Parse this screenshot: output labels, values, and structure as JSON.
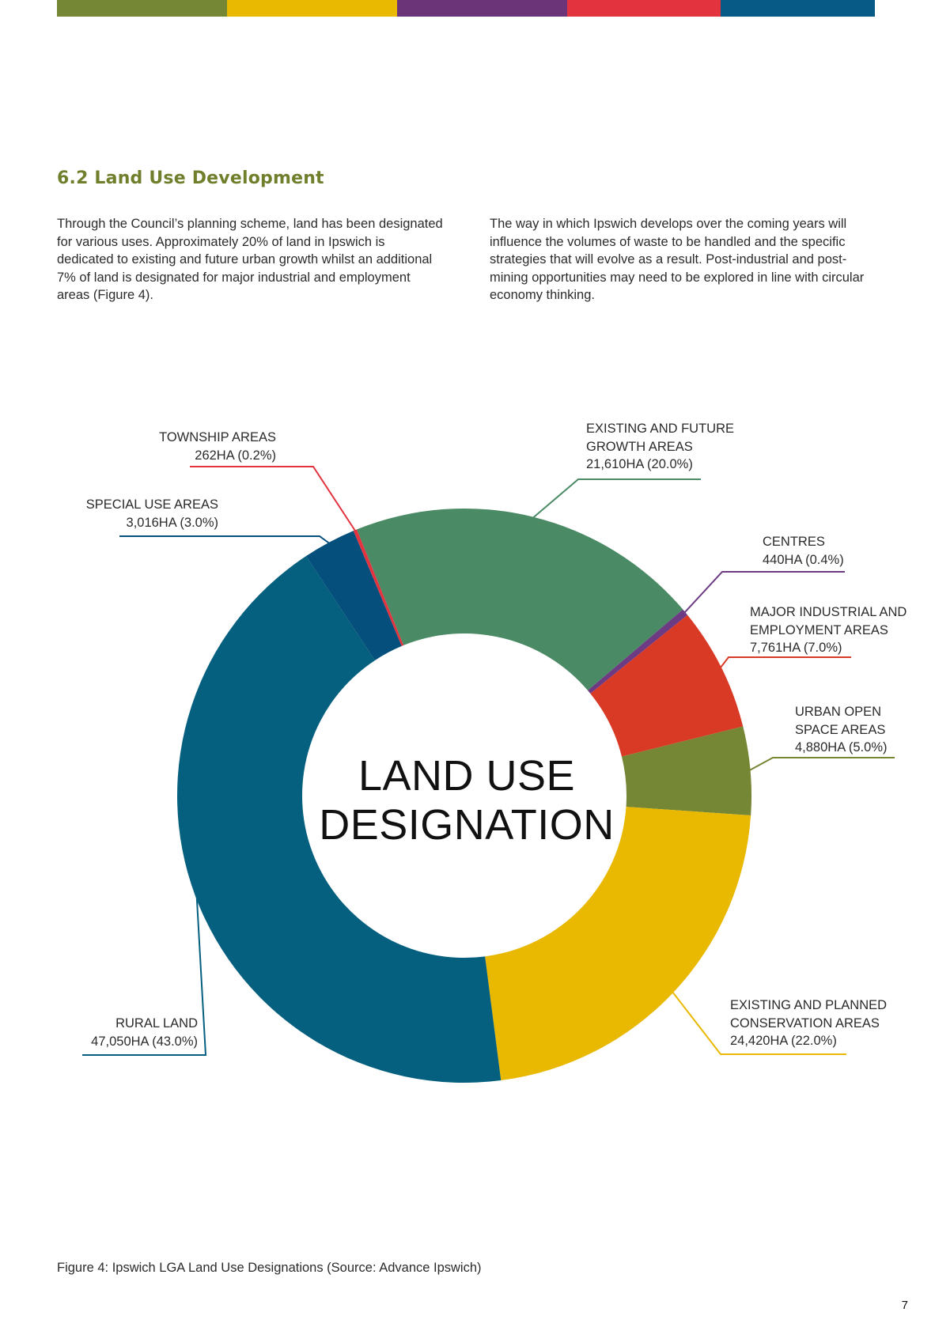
{
  "top_bar_colors": [
    "#758634",
    "#e9b800",
    "#6b3479",
    "#e2333f",
    "#075a86"
  ],
  "section": {
    "title": "6.2 Land Use Development",
    "title_color": "#6f7f2c"
  },
  "paragraphs": [
    "Through the Council’s planning scheme, land has been designated for various uses. Approximately 20% of land in Ipswich is dedicated to existing and future urban growth whilst an additional 7% of land is designated for major industrial and employment areas (Figure 4).",
    "The way in which Ipswich develops over the coming years will influence the volumes of waste to be handled and the specific strategies that will evolve as a result. Post-industrial and post-mining opportunities may need to be explored in line with circular economy thinking."
  ],
  "chart_data": {
    "type": "pie",
    "donut": true,
    "center_label": [
      "LAND USE",
      "DESIGNATION"
    ],
    "slices": [
      {
        "label": [
          "EXISTING AND FUTURE",
          "GROWTH AREAS"
        ],
        "value_text": "21,610HA (20.0%)",
        "hectares": 21610,
        "percent": 20.0,
        "color": "#4a8a65"
      },
      {
        "label": [
          "CENTRES"
        ],
        "value_text": "440HA (0.4%)",
        "hectares": 440,
        "percent": 0.4,
        "color": "#6d3a84"
      },
      {
        "label": [
          "MAJOR INDUSTRIAL AND",
          "EMPLOYMENT AREAS"
        ],
        "value_text": "7,761HA (7.0%)",
        "hectares": 7761,
        "percent": 7.0,
        "color": "#d93a26"
      },
      {
        "label": [
          "URBAN OPEN",
          "SPACE AREAS"
        ],
        "value_text": "4,880HA (5.0%)",
        "hectares": 4880,
        "percent": 5.0,
        "color": "#758634"
      },
      {
        "label": [
          "EXISTING AND PLANNED",
          "CONSERVATION AREAS"
        ],
        "value_text": "24,420HA (22.0%)",
        "hectares": 24420,
        "percent": 22.0,
        "color": "#e9b800"
      },
      {
        "label": [
          "RURAL LAND"
        ],
        "value_text": "47,050HA (43.0%)",
        "hectares": 47050,
        "percent": 43.0,
        "color": "#05607f"
      },
      {
        "label": [
          "SPECIAL USE AREAS"
        ],
        "value_text": "3,016HA (3.0%)",
        "hectares": 3016,
        "percent": 3.0,
        "color": "#054f7c"
      },
      {
        "label": [
          "TOWNSHIP AREAS"
        ],
        "value_text": "262HA (0.2%)",
        "hectares": 262,
        "percent": 0.2,
        "color": "#e2333f"
      }
    ]
  },
  "caption": "Figure 4: Ipswich LGA Land Use Designations (Source: Advance Ipswich)",
  "page_number": "7"
}
